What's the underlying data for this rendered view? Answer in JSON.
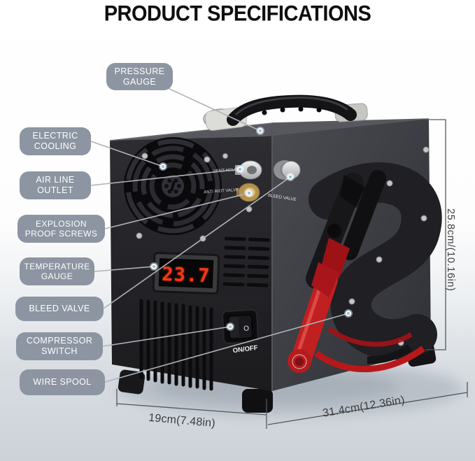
{
  "title": "PRODUCT SPECIFICATIONS",
  "callouts": [
    {
      "id": "pressure-gauge",
      "line1": "PRESSURE",
      "line2": "GAUGE"
    },
    {
      "id": "electric-cooling",
      "line1": "ELECTRIC",
      "line2": "COOLING"
    },
    {
      "id": "air-line-outlet",
      "line1": "AIR LINE",
      "line2": "OUTLET"
    },
    {
      "id": "explosion-proof-screws",
      "line1": "EXPLOSION",
      "line2": "PROOF SCREWS"
    },
    {
      "id": "temperature-gauge",
      "line1": "TEMPERATURE",
      "line2": "GAUGE"
    },
    {
      "id": "bleed-valve",
      "line1": "BLEED VALVE"
    },
    {
      "id": "compressor-switch",
      "line1": "COMPRESSOR",
      "line2": "SWITCH"
    },
    {
      "id": "wire-spool",
      "line1": "WIRE SPOOL"
    }
  ],
  "device_markings": {
    "vent_hole": "VENT HOLE",
    "anti_riot_valve": "ANTI RIOT VALVE",
    "bleed_valve": "BLEED VALVE",
    "power_switch_label": "ON/OFF",
    "switch_symbol": "O",
    "temperature_reading": "23.7"
  },
  "dimensions": {
    "height": "25.8cm/(10.16in)",
    "depth": "19cm(7.48in)",
    "width": "31.4cm(12.36in)"
  },
  "colors": {
    "callout_pill": "#8C95A1",
    "callout_text": "#FFFFFF",
    "title_text": "#0E0E0E",
    "dimension_text": "#3C3C3E",
    "led_digits": "#F53815",
    "leader_line": "#AEB4BA",
    "backdrop_bottom": "#CCD2D8",
    "device_body": "#26262A"
  }
}
